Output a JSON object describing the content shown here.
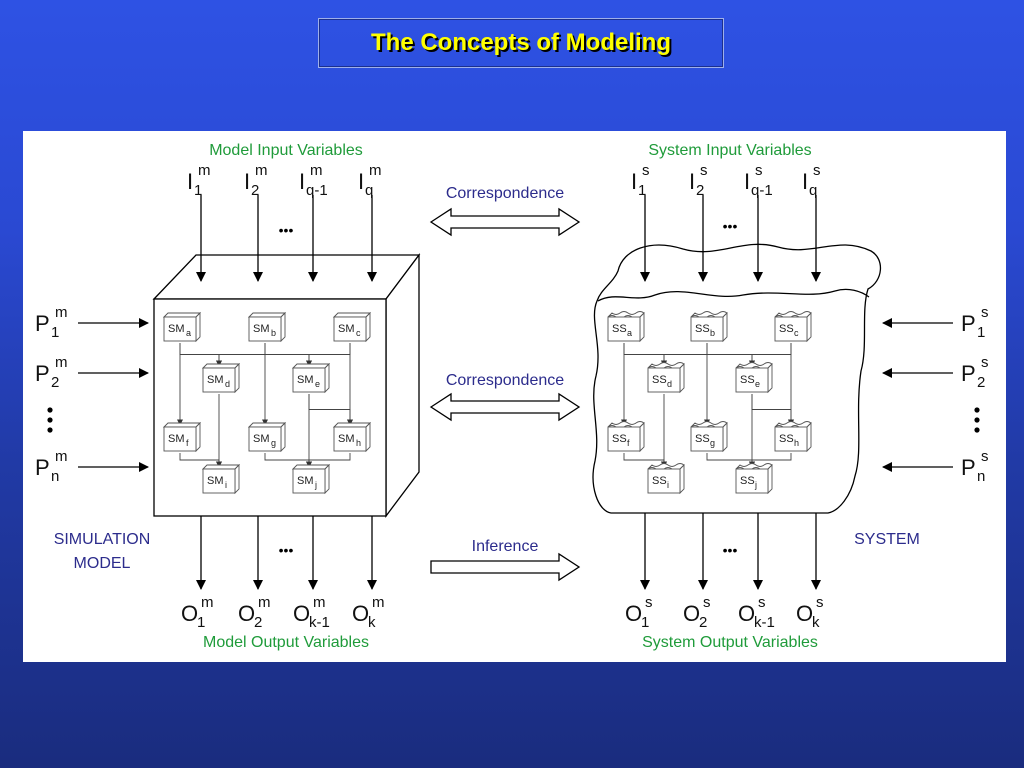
{
  "title": "The Concepts of Modeling",
  "labels": {
    "model_inputs": "Model Input Variables",
    "system_inputs": "System Input Variables",
    "model_outputs": "Model Output Variables",
    "system_outputs": "System Output Variables",
    "correspondence_top": "Correspondence",
    "correspondence_mid": "Correspondence",
    "inference": "Inference",
    "sim_model_line1": "SIMULATION",
    "sim_model_line2": "MODEL",
    "system": "SYSTEM",
    "ellipsis": "•••"
  },
  "model_inputs": [
    {
      "base": "I",
      "sup": "m",
      "sub": "1"
    },
    {
      "base": "I",
      "sup": "m",
      "sub": "2"
    },
    {
      "base": "I",
      "sup": "m",
      "sub": "q-1"
    },
    {
      "base": "I",
      "sup": "m",
      "sub": "q"
    }
  ],
  "system_inputs": [
    {
      "base": "I",
      "sup": "s",
      "sub": "1"
    },
    {
      "base": "I",
      "sup": "s",
      "sub": "2"
    },
    {
      "base": "I",
      "sup": "s",
      "sub": "q-1"
    },
    {
      "base": "I",
      "sup": "s",
      "sub": "q"
    }
  ],
  "model_outputs": [
    {
      "base": "O",
      "sup": "m",
      "sub": "1"
    },
    {
      "base": "O",
      "sup": "m",
      "sub": "2"
    },
    {
      "base": "O",
      "sup": "m",
      "sub": "k-1"
    },
    {
      "base": "O",
      "sup": "m",
      "sub": "k"
    }
  ],
  "system_outputs": [
    {
      "base": "O",
      "sup": "s",
      "sub": "1"
    },
    {
      "base": "O",
      "sup": "s",
      "sub": "2"
    },
    {
      "base": "O",
      "sup": "s",
      "sub": "k-1"
    },
    {
      "base": "O",
      "sup": "s",
      "sub": "k"
    }
  ],
  "model_params": [
    {
      "base": "P",
      "sup": "m",
      "sub": "1"
    },
    {
      "base": "P",
      "sup": "m",
      "sub": "2"
    },
    {
      "base": "P",
      "sup": "m",
      "sub": "n"
    }
  ],
  "system_params": [
    {
      "base": "P",
      "sup": "s",
      "sub": "1"
    },
    {
      "base": "P",
      "sup": "s",
      "sub": "2"
    },
    {
      "base": "P",
      "sup": "s",
      "sub": "n"
    }
  ],
  "sub_models": [
    {
      "base": "SM",
      "sub": "a"
    },
    {
      "base": "SM",
      "sub": "b"
    },
    {
      "base": "SM",
      "sub": "c"
    },
    {
      "base": "SM",
      "sub": "d"
    },
    {
      "base": "SM",
      "sub": "e"
    },
    {
      "base": "SM",
      "sub": "f"
    },
    {
      "base": "SM",
      "sub": "g"
    },
    {
      "base": "SM",
      "sub": "h"
    },
    {
      "base": "SM",
      "sub": "i"
    },
    {
      "base": "SM",
      "sub": "j"
    }
  ],
  "sub_systems": [
    {
      "base": "SS",
      "sub": "a"
    },
    {
      "base": "SS",
      "sub": "b"
    },
    {
      "base": "SS",
      "sub": "c"
    },
    {
      "base": "SS",
      "sub": "d"
    },
    {
      "base": "SS",
      "sub": "e"
    },
    {
      "base": "SS",
      "sub": "f"
    },
    {
      "base": "SS",
      "sub": "g"
    },
    {
      "base": "SS",
      "sub": "h"
    },
    {
      "base": "SS",
      "sub": "i"
    },
    {
      "base": "SS",
      "sub": "j"
    }
  ]
}
